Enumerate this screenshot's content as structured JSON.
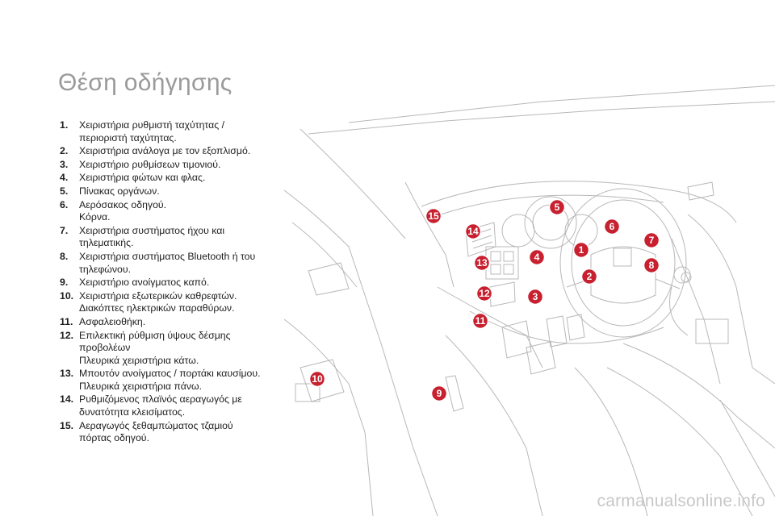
{
  "page": {
    "title": "Θέση οδήγησης",
    "watermark": "carmanualsonline.info"
  },
  "legend": [
    {
      "num": "1.",
      "lines": [
        "Χειριστήρια ρυθμιστή ταχύτητας /",
        "περιοριστή ταχύτητας."
      ]
    },
    {
      "num": "2.",
      "lines": [
        "Χειριστήρια ανάλογα με τον εξοπλισμό."
      ]
    },
    {
      "num": "3.",
      "lines": [
        "Χειριστήριο ρυθμίσεων τιμονιού."
      ]
    },
    {
      "num": "4.",
      "lines": [
        "Χειριστήρια φώτων και φλας."
      ]
    },
    {
      "num": "5.",
      "lines": [
        "Πίνακας οργάνων."
      ]
    },
    {
      "num": "6.",
      "lines": [
        "Αερόσακος οδηγού.",
        "Κόρνα."
      ]
    },
    {
      "num": "7.",
      "lines": [
        "Χειριστήρια συστήματος ήχου και",
        "τηλεματικής."
      ]
    },
    {
      "num": "8.",
      "lines": [
        "Χειριστήρια συστήματος Bluetooth ή του",
        "τηλεφώνου."
      ]
    },
    {
      "num": "9.",
      "lines": [
        "Χειριστήριο ανοίγματος καπό."
      ]
    },
    {
      "num": "10.",
      "lines": [
        "Χειριστήρια εξωτερικών καθρεφτών.",
        "Διακόπτες ηλεκτρικών παραθύρων."
      ]
    },
    {
      "num": "11.",
      "lines": [
        "Ασφαλειοθήκη."
      ]
    },
    {
      "num": "12.",
      "lines": [
        "Επιλεκτική ρύθμιση ύψους δέσμης",
        "προβολέων",
        "Πλευρικά χειριστήρια κάτω."
      ]
    },
    {
      "num": "13.",
      "lines": [
        "Μπουτόν ανοίγματος / πορτάκι καυσίμου.",
        "Πλευρικά χειριστήρια πάνω."
      ]
    },
    {
      "num": "14.",
      "lines": [
        "Ρυθμιζόμενος πλαϊνός αεραγωγός με",
        "δυνατότητα κλεισίματος."
      ]
    },
    {
      "num": "15.",
      "lines": [
        "Αεραγωγός ξεθαμπώματος τζαμιού",
        "πόρτας οδηγού."
      ]
    }
  ],
  "markers": [
    {
      "label": "1"
    },
    {
      "label": "2"
    },
    {
      "label": "3"
    },
    {
      "label": "4"
    },
    {
      "label": "5"
    },
    {
      "label": "6"
    },
    {
      "label": "7"
    },
    {
      "label": "8"
    },
    {
      "label": "9"
    },
    {
      "label": "10"
    },
    {
      "label": "11"
    },
    {
      "label": "12"
    },
    {
      "label": "13"
    },
    {
      "label": "14"
    },
    {
      "label": "15"
    }
  ],
  "colors": {
    "title": "#9a9a9a",
    "marker_fill": "#c8202f",
    "line_art": "#b8b8b8",
    "watermark": "#c8c8c8"
  },
  "icons": [
    "cockpit-line-drawing",
    "numbered-callout-marker"
  ]
}
